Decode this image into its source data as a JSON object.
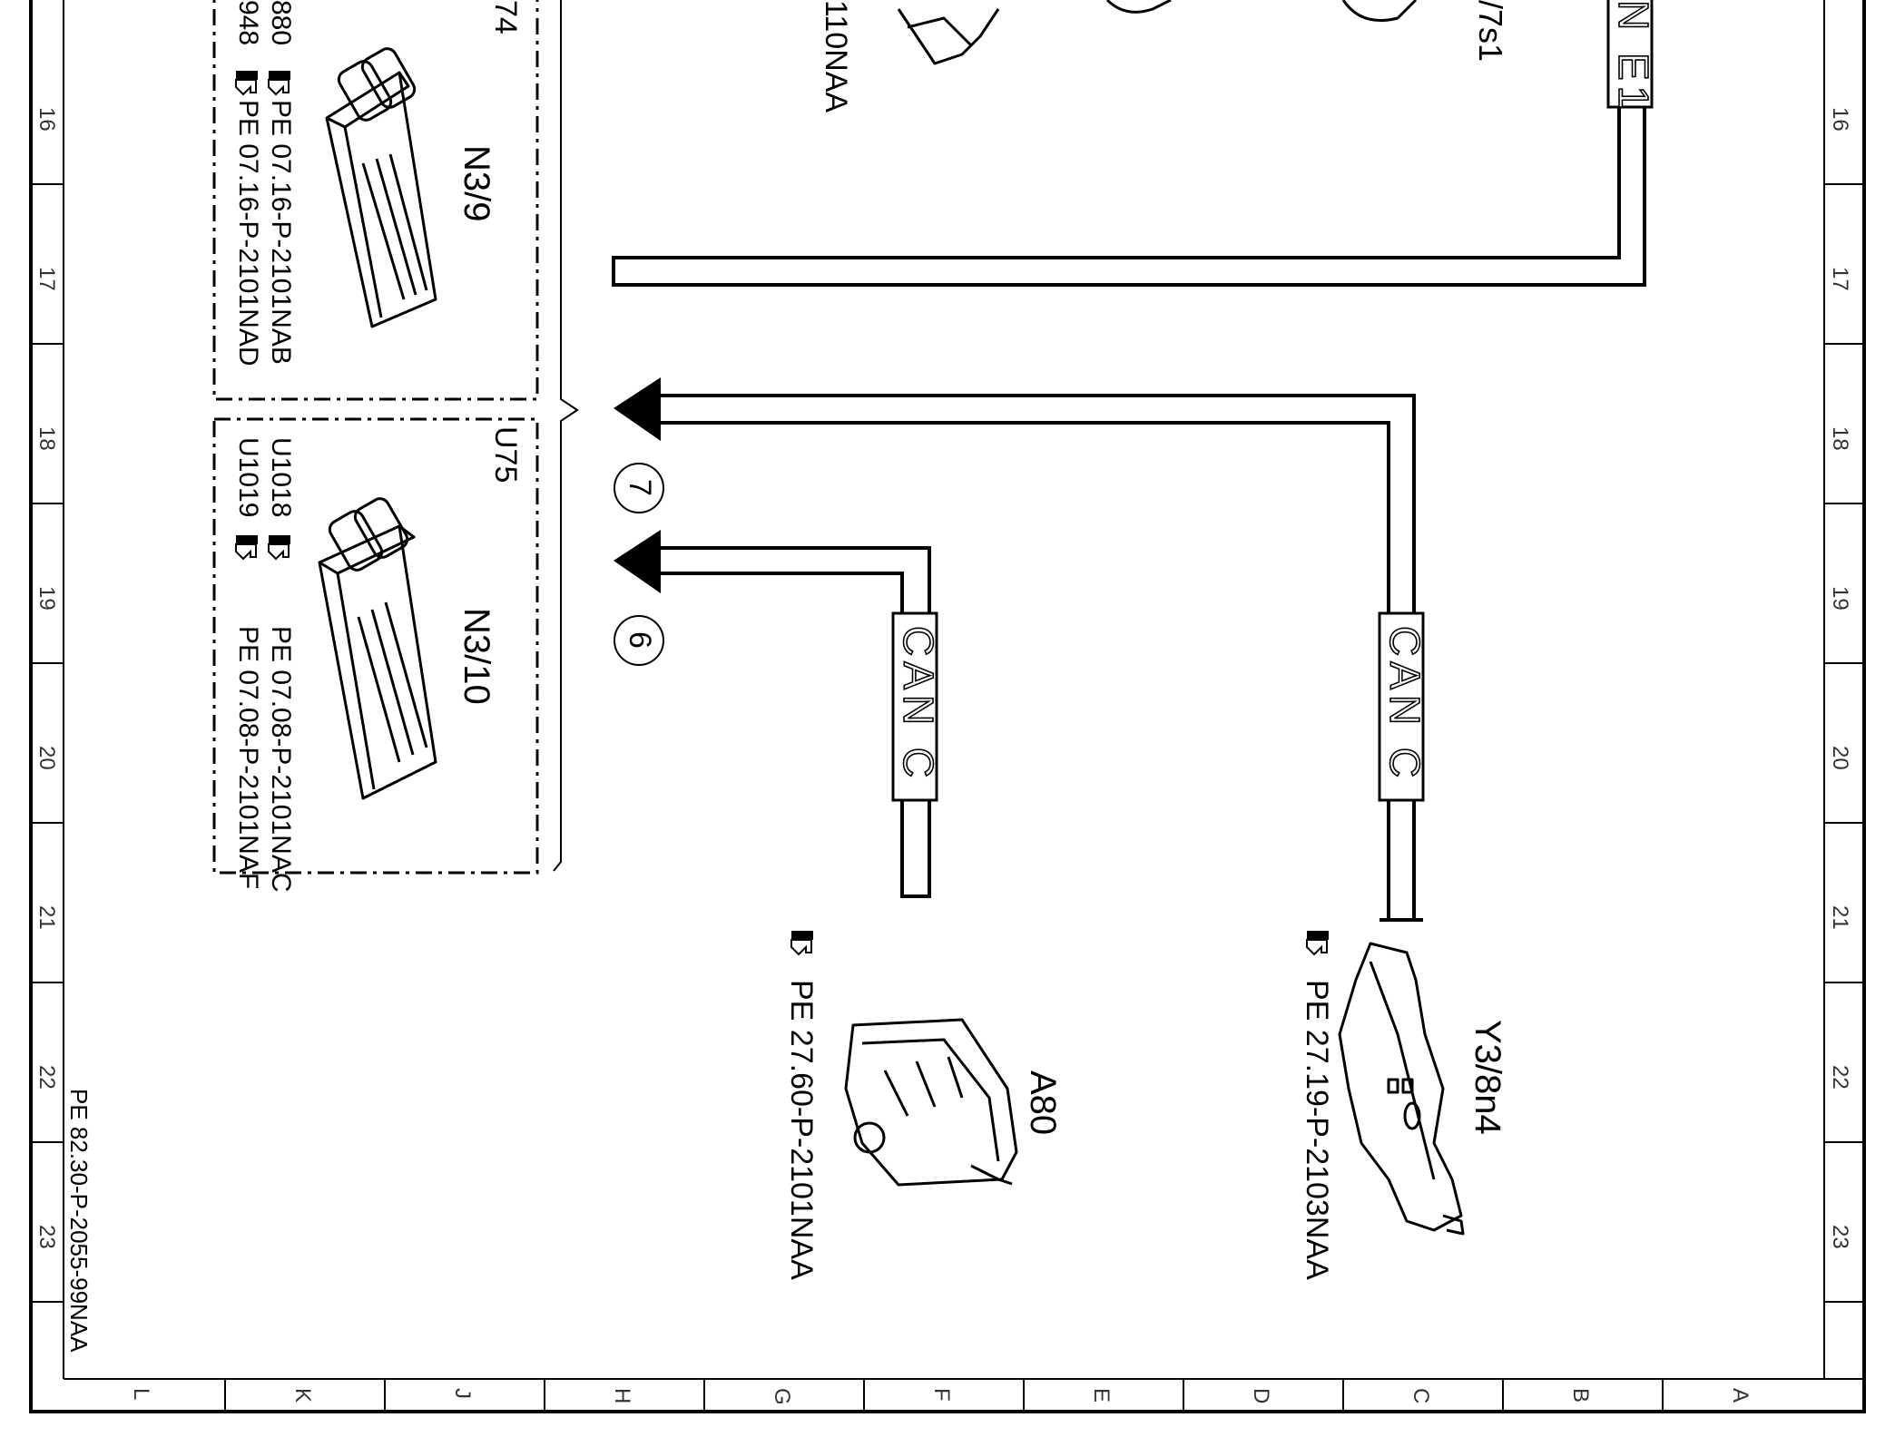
{
  "components": {
    "n3_9": {
      "label": "N3/9",
      "refs": [
        "PE 07.16-P-2101NAB",
        "PE 07.16-P-2101NAD"
      ],
      "codes": [
        "880",
        "948"
      ]
    },
    "n3_10": {
      "label": "N3/10",
      "refs": [
        "PE 07.08-P-2101NAC",
        "PE 07.08-P-2101NAF"
      ],
      "codes": [
        "U1018",
        "U1019"
      ]
    },
    "u74": {
      "label": "74"
    },
    "u75": {
      "label": "U75"
    },
    "a80": {
      "label": "A80",
      "ref": "PE 27.60-P-2101NAA"
    },
    "y3_8n4": {
      "label": "Y3/8n4",
      "ref": "PE 27.19-P-2103NAA"
    },
    "top_partial_ref": "110NAA",
    "top_partial_label": "/7s1",
    "top_bus_label": "N E1"
  },
  "buses": {
    "can_c_1": "CAN C",
    "can_c_2": "CAN C"
  },
  "connectors": {
    "c7": "7",
    "c6": "6"
  },
  "drawing_id": "PE 82.30-P-2055-99NAA",
  "grid": {
    "numbers": [
      "16",
      "17",
      "18",
      "19",
      "20",
      "21",
      "22",
      "23"
    ],
    "letters": [
      "L",
      "K",
      "J",
      "H",
      "G",
      "F",
      "E",
      "D",
      "C",
      "B",
      "A"
    ]
  }
}
